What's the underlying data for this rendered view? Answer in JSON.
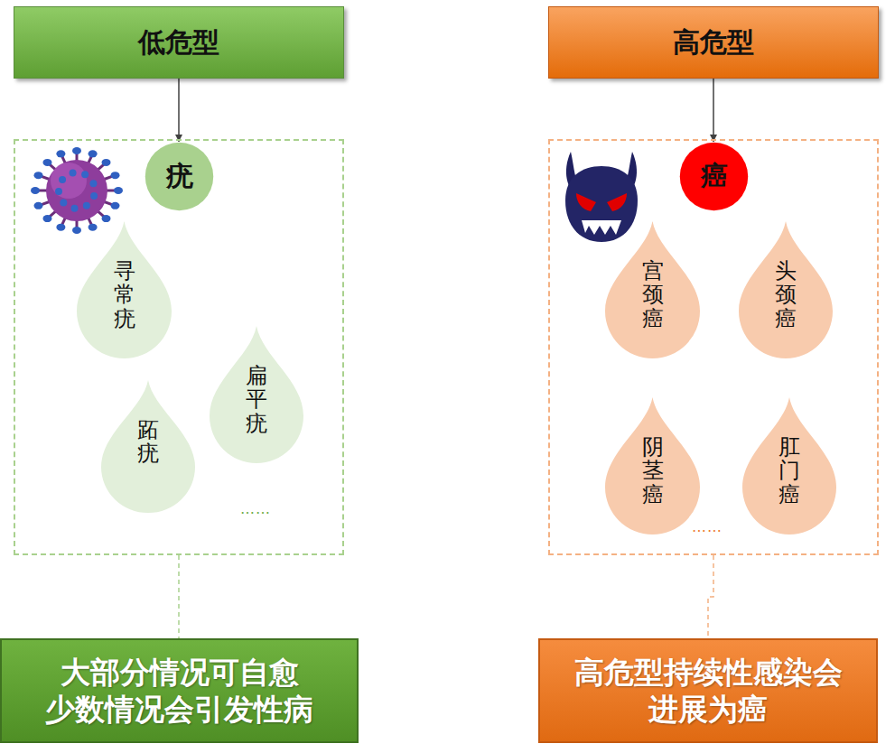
{
  "diagram": {
    "nodes": [
      {
        "text": [
          "低危型"
        ]
      },
      {
        "text": []
      },
      {
        "text": [
          "疣"
        ],
        "in": 1
      },
      {
        "text": [
          "寻常疣"
        ],
        "in": 1
      },
      {
        "text": [
          "扁平疣"
        ],
        "in": 1
      },
      {
        "text": [
          "跖疣"
        ],
        "in": 1
      },
      {
        "text": [
          "大部分情况可自愈 少数情况会引发性病"
        ]
      },
      {
        "text": [
          "高危型"
        ]
      },
      {
        "text": []
      },
      {
        "text": [
          "癌"
        ],
        "in": 8
      },
      {
        "text": [
          "宫颈癌"
        ],
        "in": 8
      },
      {
        "text": [
          "头颈癌"
        ],
        "in": 8
      },
      {
        "text": [
          "阴茎癌"
        ],
        "in": 8
      },
      {
        "text": [
          "肛门癌"
        ],
        "in": 8
      },
      {
        "text": [
          "高危型持续性感染会 进展为癌"
        ]
      }
    ],
    "edges": [
      {
        "from": 0,
        "to": 2,
        "arrow": "to"
      },
      {
        "from": 1,
        "to": 6,
        "arrow": "none"
      },
      {
        "from": 7,
        "to": 9,
        "arrow": "to"
      },
      {
        "from": 8,
        "to": 14,
        "arrow": "none"
      }
    ],
    "labels": [
      "……",
      "……"
    ]
  }
}
